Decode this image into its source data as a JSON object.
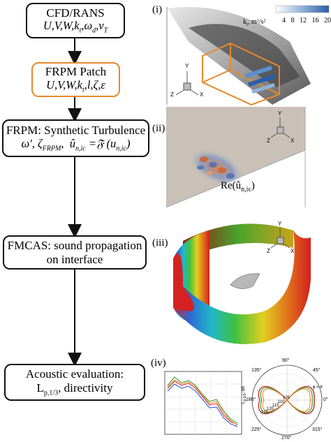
{
  "flow": {
    "box1": {
      "title": "CFD/RANS",
      "sub": "U,V,W,k_t,ω_d,ν_T"
    },
    "box2": {
      "title": "FRPM Patch",
      "sub": "U,V,W,k_t,l,ζ,ε"
    },
    "box3": {
      "title": "FRPM: Synthetic Turbulence",
      "sub": "ω′, ζ_FRPM,  û_n,ic =𝔉 (u_n,ic)"
    },
    "box4": {
      "title": "FMCAS: sound propagation",
      "sub": "on interface"
    },
    "box5": {
      "title": "Acoustic evaluation:",
      "sub": "L_p,1/3, directivity"
    }
  },
  "panels": {
    "i": {
      "label": "(i)",
      "colorbar_title": "k_t, m²/s²",
      "colorbar_ticks": [
        "4",
        "8",
        "12",
        "16",
        "20"
      ],
      "axis": {
        "y": "Y",
        "z": "Z",
        "x": "X"
      }
    },
    "ii": {
      "label": "(ii)",
      "annotation": "Re(û_n,ic)",
      "axis": {
        "y": "Y",
        "z": "Z",
        "x": "X"
      }
    },
    "iii": {
      "label": "(iii)",
      "axis": {
        "y": "Y",
        "z": "Z",
        "x": "X"
      }
    },
    "iv": {
      "label": "(iv)",
      "polar_angles": [
        "90°",
        "45°",
        "0°",
        "315°",
        "270°",
        "225°",
        "180°",
        "135°"
      ],
      "polar_rings": [
        "105",
        "110",
        "115",
        "120",
        "125"
      ],
      "polar_axis_label": "L_p,1/3, dB",
      "phi_label": "ϕ = θ"
    }
  },
  "colors": {
    "orange": "#e8882a",
    "arrow": "#111111"
  }
}
